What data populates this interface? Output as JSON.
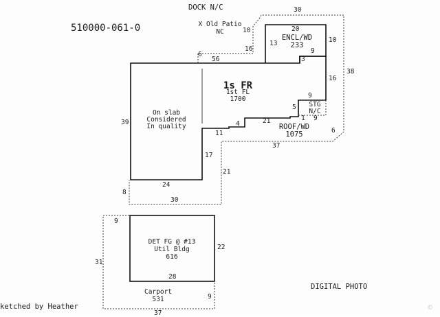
{
  "header": {
    "dock_note": "DOCK N/C",
    "parcel_number": "510000-061-0"
  },
  "areas": {
    "old_patio": "X Old Patio\nNC",
    "enclosed_wood": "ENCL/WD\n233",
    "main_floor_label": "1s FR",
    "main_floor": "1st FL\n1700",
    "stg": "STG\nN/C",
    "roof_wood": "ROOF/WD\n1075",
    "on_slab": "On slab\nConsidered\nIn quality",
    "detached": "DET FG @ #13\nUtil Bldg\n616",
    "carport": "Carport\n531"
  },
  "dimensions": {
    "patio_top": "30",
    "patio_left": "10",
    "patio_mid": "16",
    "patio_leftstep": "6",
    "encl_top": "20",
    "encl_left": "13",
    "encl_right": "10",
    "encl_bottom": "9",
    "main_top": "56",
    "step_3": "3",
    "main_right": "16",
    "roof_right": "38",
    "stg_top": "9",
    "step_5": "5",
    "stg_bottom": "9",
    "step_1": "1",
    "step_21": "21",
    "step_4": "4",
    "step_11": "11",
    "roof_bottom": "37",
    "roof_corner": "6",
    "main_left": "39",
    "step_17": "17",
    "dash_21": "21",
    "main_bottom": "24",
    "dash_left": "8",
    "dash_bottom": "30",
    "det_top_left": "9",
    "det_left": "31",
    "det_right": "22",
    "det_bottom": "28",
    "carport_right": "9",
    "carport_bottom": "37"
  },
  "footer": {
    "sketched_by": "ketched by Heather",
    "digital_photo": "DIGITAL PHOTO",
    "watermark": "©"
  }
}
